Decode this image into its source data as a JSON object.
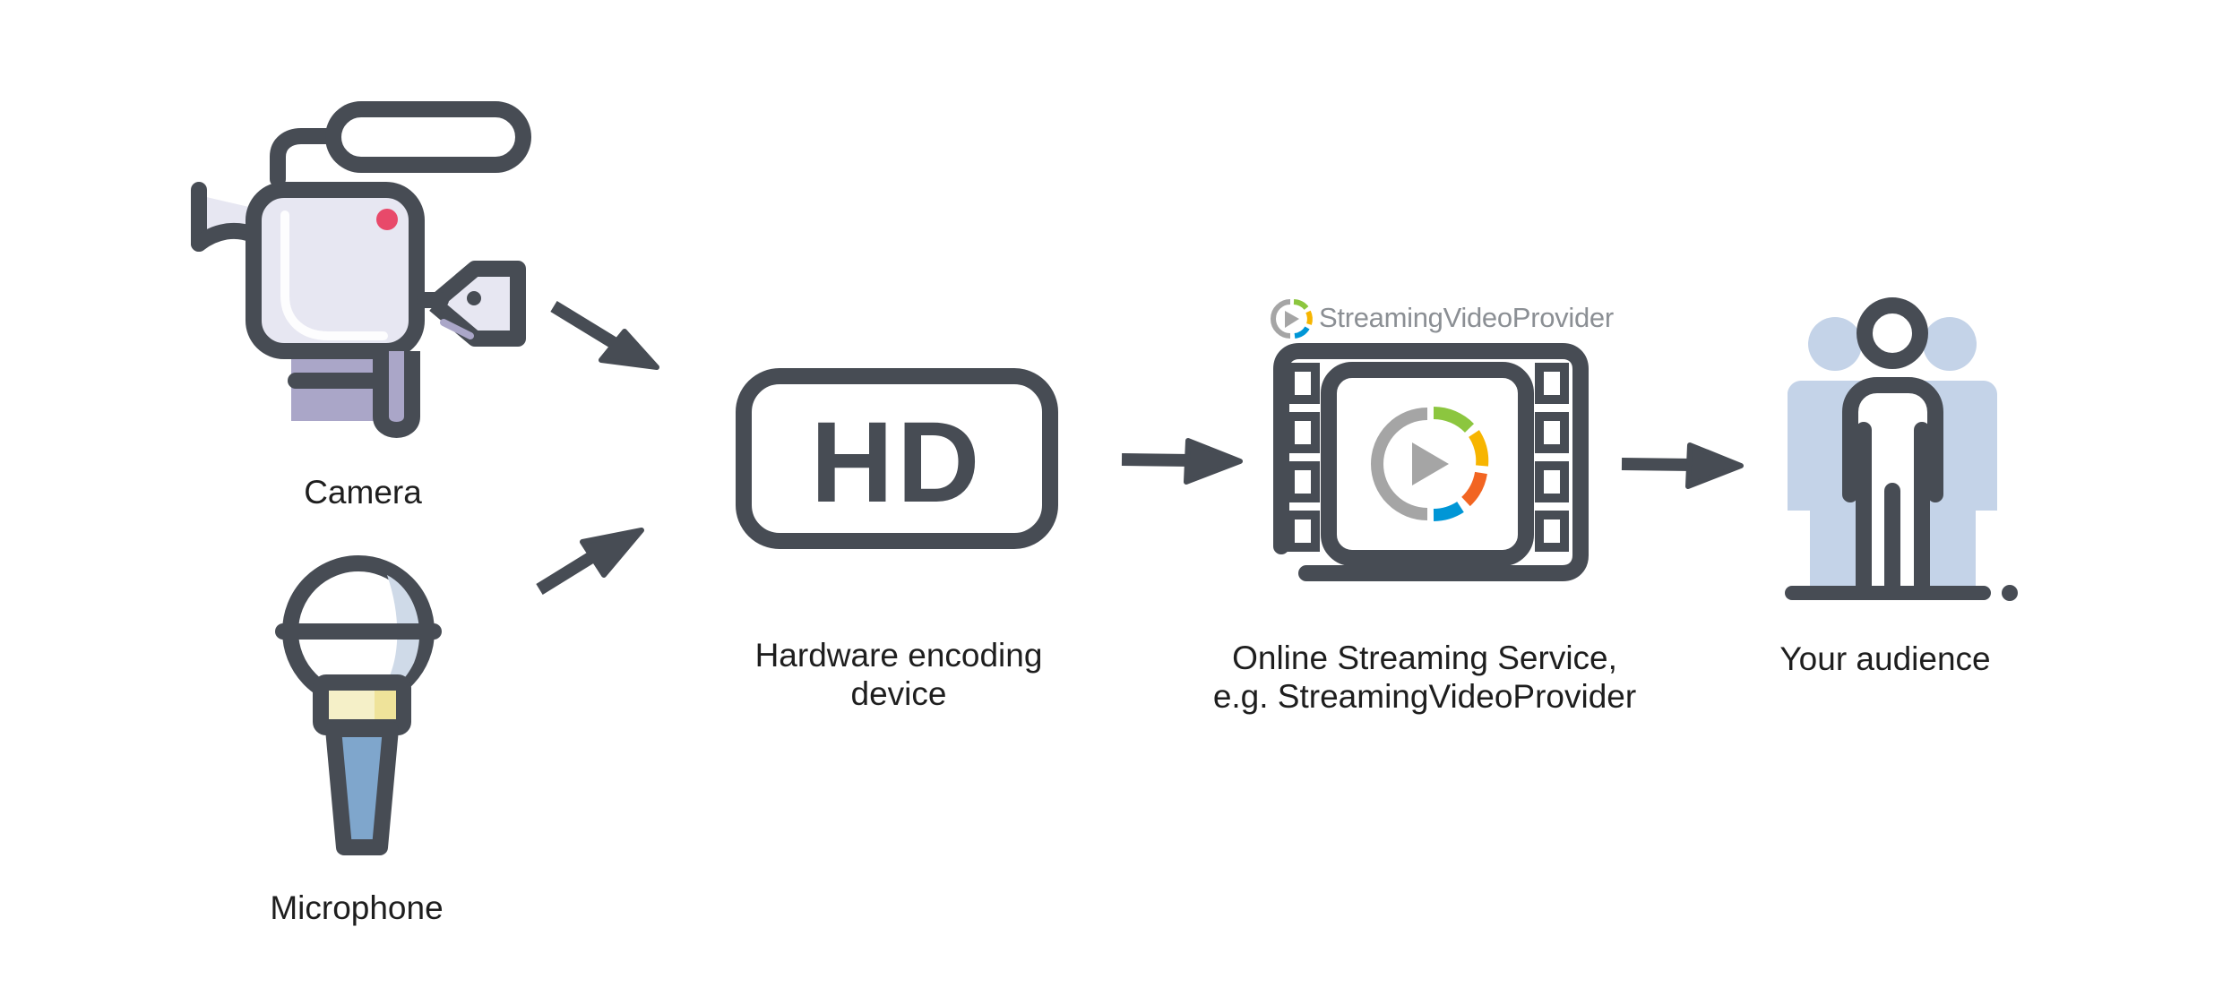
{
  "nodes": {
    "camera": {
      "label": "Camera"
    },
    "microphone": {
      "label": "Microphone"
    },
    "encoder": {
      "label_line1": "Hardware encoding",
      "label_line2": "device",
      "badge_text": "HD"
    },
    "streaming_service": {
      "label_line1": "Online Streaming Service,",
      "label_line2": "e.g. StreamingVideoProvider",
      "logo_text": "StreamingVideoProvider"
    },
    "audience": {
      "label": "Your audience"
    }
  },
  "icons": {
    "camera": "video-camera-icon",
    "microphone": "microphone-icon",
    "encoder": "hd-badge-icon",
    "streaming_service": "film-strip-play-icon",
    "audience": "people-group-icon",
    "logo": "streamingvideoprovider-logo-icon"
  },
  "colors": {
    "outline": "#474c54",
    "camera_body": "#e7e7f2",
    "camera_shadow": "#aaa6c8",
    "record_dot": "#e8496a",
    "mic_head_shade": "#cfdae8",
    "mic_band": "#f5f0c8",
    "mic_band_shade": "#efe39a",
    "mic_handle": "#7fa6cc",
    "audience_fill": "#c4d3e8",
    "logo_gray": "#a5a5a5",
    "logo_green": "#8cc63f",
    "logo_yellow": "#f7b500",
    "logo_orange": "#f26522",
    "logo_blue": "#0096d6"
  }
}
